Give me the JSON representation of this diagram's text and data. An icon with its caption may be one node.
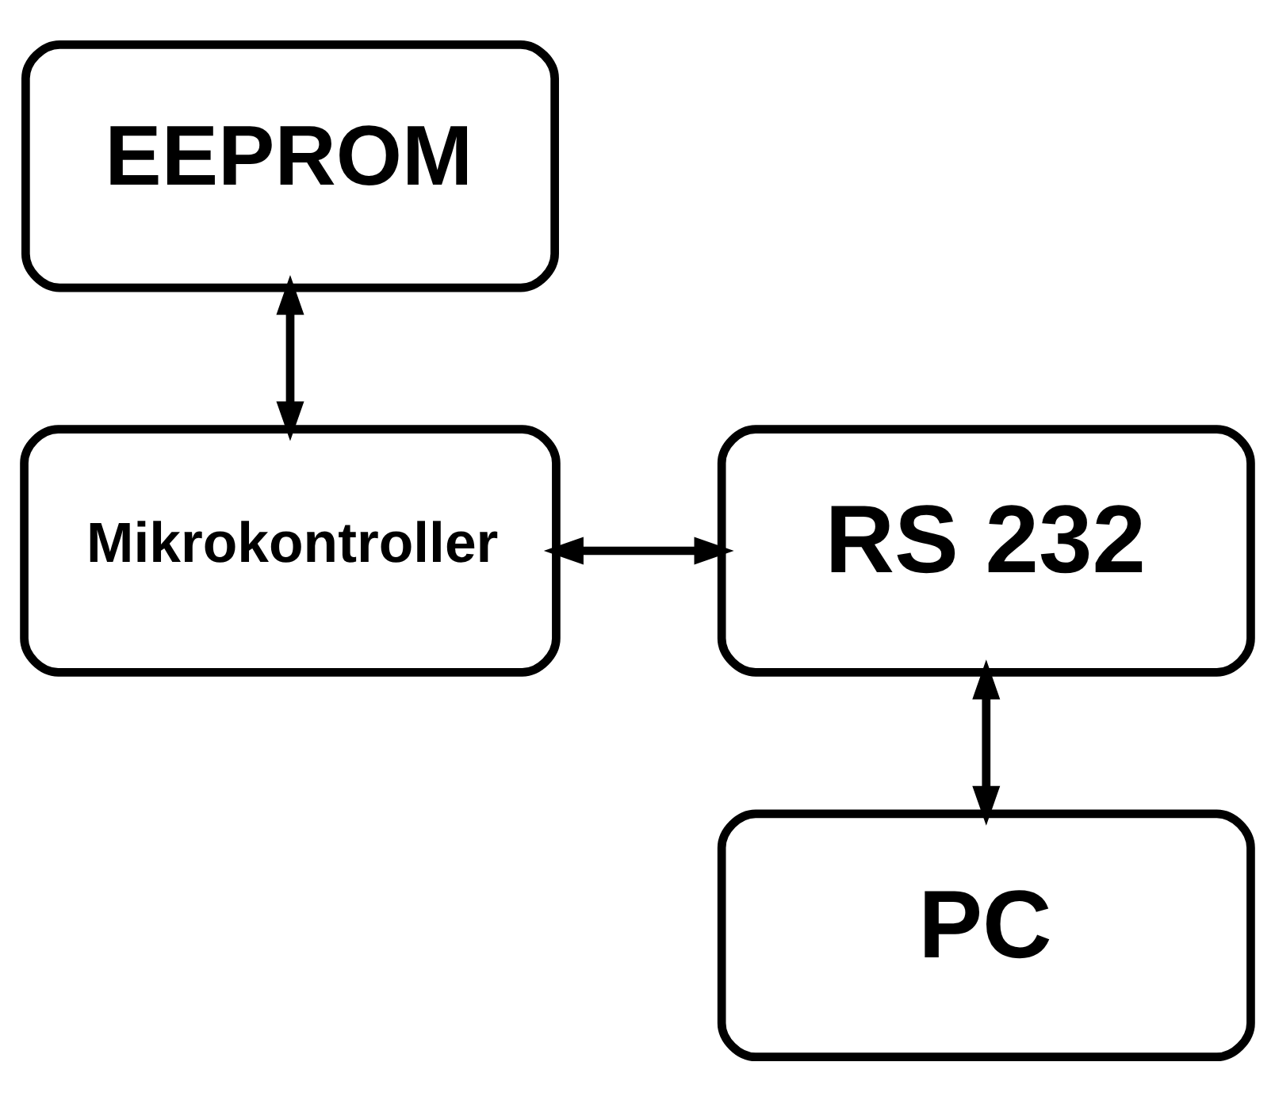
{
  "diagram": {
    "nodes": [
      {
        "text": [
          "EEPROM"
        ]
      },
      {
        "text": [
          "Mikrokontroller"
        ]
      },
      {
        "text": [
          "RS 232"
        ]
      },
      {
        "text": [
          "PC"
        ]
      }
    ],
    "edges": [
      {
        "from": 0,
        "to": 1,
        "arrow": "both"
      },
      {
        "from": 1,
        "to": 2,
        "arrow": "both"
      },
      {
        "from": 2,
        "to": 3,
        "arrow": "both"
      }
    ]
  }
}
